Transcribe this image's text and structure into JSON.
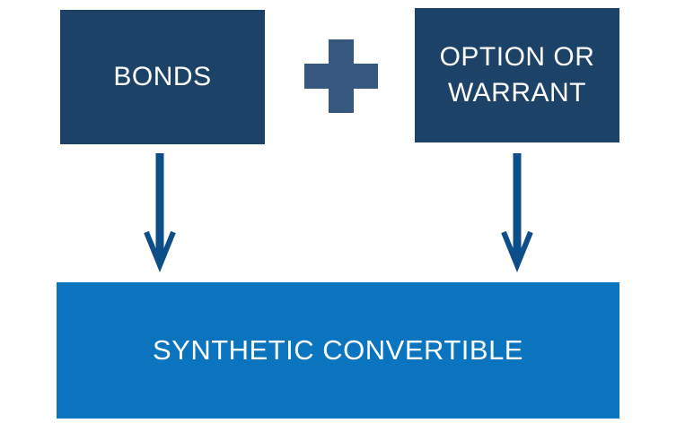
{
  "colors": {
    "input_box": "#1d4268",
    "plus_sign": "#36587f",
    "arrow": "#0e4e88",
    "result_box": "#0a74be",
    "text": "#ffffff"
  },
  "inputs": {
    "bonds_label": "BONDS",
    "option_label": "OPTION OR\nWARRANT"
  },
  "operator_icon": "plus-icon",
  "result": {
    "label": "SYNTHETIC CONVERTIBLE"
  }
}
